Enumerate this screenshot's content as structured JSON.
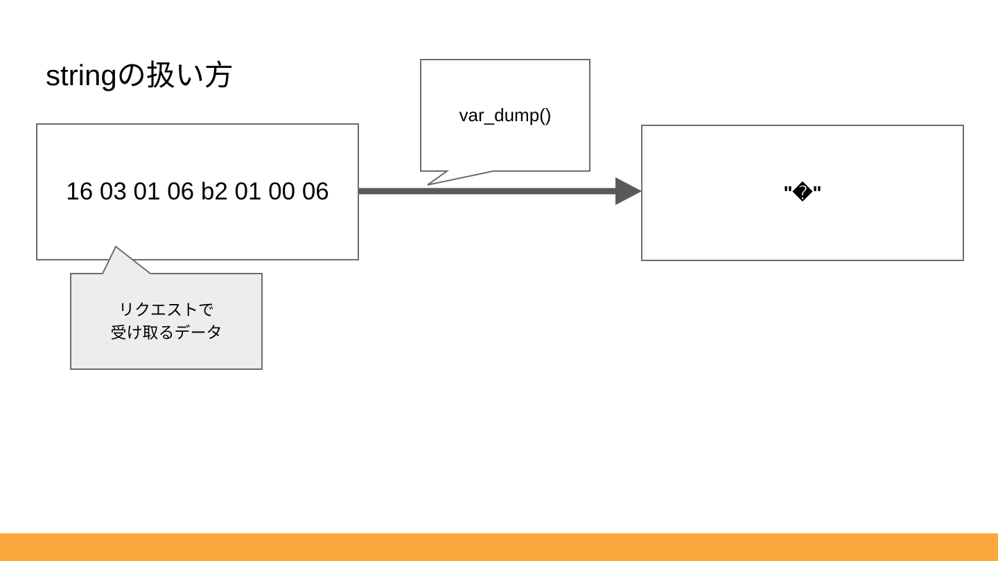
{
  "slide": {
    "title": "stringの扱い方",
    "source_box": {
      "text": "16 03 01 06 b2 01 00 06"
    },
    "function_callout": {
      "text": "var_dump()"
    },
    "result_box": {
      "text": "\"�\""
    },
    "request_callout": {
      "lines": [
        "リクエストで",
        "受け取るデータ"
      ]
    },
    "colors": {
      "accent_bar": "#fba93d",
      "shape_border": "#6b6b6b",
      "arrow": "#595959",
      "callout_fill": "#ededed",
      "text": "#000000"
    }
  }
}
